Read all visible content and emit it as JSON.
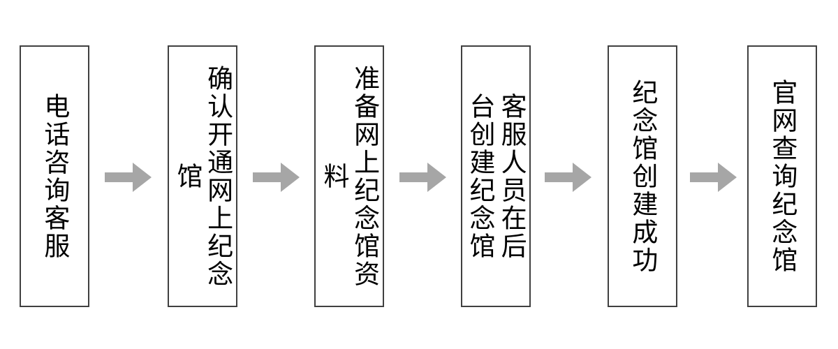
{
  "diagram": {
    "type": "flowchart",
    "orientation": "left-to-right",
    "text_direction": "vertical-rl",
    "background_color": "#ffffff",
    "box_border_color": "#404040",
    "box_fill_color": "#ffffff",
    "arrow_color": "#a6a6a6",
    "text_color": "#000000",
    "steps": [
      {
        "id": "step-1",
        "label": "电话咨询客服"
      },
      {
        "id": "step-2",
        "label": "确认开通网上纪念馆"
      },
      {
        "id": "step-3",
        "label": "准备网上纪念馆资料"
      },
      {
        "id": "step-4",
        "label": "客服人员在后台创建纪念馆"
      },
      {
        "id": "step-5",
        "label": "纪念馆创建成功"
      },
      {
        "id": "step-6",
        "label": "官网查询纪念馆"
      }
    ],
    "connectors": [
      {
        "id": "arrow-1",
        "from": "step-1",
        "to": "step-2",
        "glyph": "right-arrow"
      },
      {
        "id": "arrow-2",
        "from": "step-2",
        "to": "step-3",
        "glyph": "right-arrow"
      },
      {
        "id": "arrow-3",
        "from": "step-3",
        "to": "step-4",
        "glyph": "right-arrow"
      },
      {
        "id": "arrow-4",
        "from": "step-4",
        "to": "step-5",
        "glyph": "right-arrow"
      },
      {
        "id": "arrow-5",
        "from": "step-5",
        "to": "step-6",
        "glyph": "right-arrow"
      }
    ]
  }
}
